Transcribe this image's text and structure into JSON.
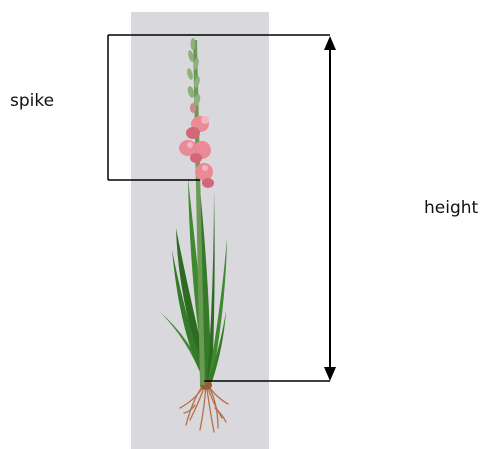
{
  "labels": {
    "spike": "spike",
    "height": "height"
  },
  "colors": {
    "photo_background": "#d8d8dd",
    "leaf": "#3f8a2e",
    "leaf_dark": "#2e6b22",
    "flower": "#e98a96",
    "flower_dark": "#d2667a",
    "bud": "#8fb07a",
    "roots": "#b5714a",
    "annotation_line": "#000000"
  },
  "icons": {
    "plant_photo": "gladiolus-plant-illustration",
    "height_arrow": "double-headed-vertical-arrow"
  }
}
